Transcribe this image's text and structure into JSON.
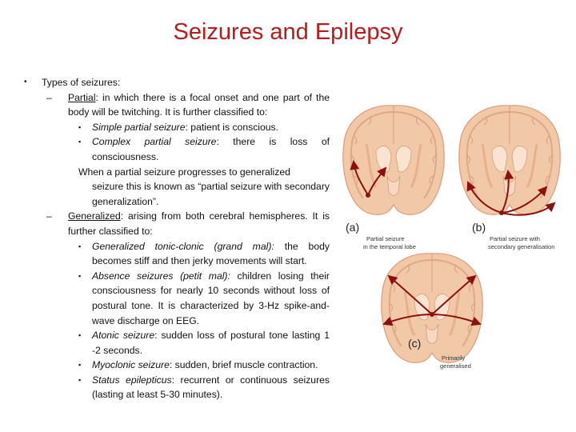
{
  "title": "Seizures and Epilepsy",
  "bullet": {
    "heading": "Types of seizures:",
    "partial": {
      "term": "Partial",
      "desc": ": in which there is a focal onset and one part of the body will be twitching. It is further classified to:",
      "items": [
        {
          "term": "Simple partial seizure",
          "desc": ": patient is conscious."
        },
        {
          "term": "Complex partial seizure",
          "desc": ": there is loss of consciousness."
        }
      ],
      "note_line1": "When a partial seizure progresses to generalized",
      "note_rest": "seizure this is known as “partial seizure with secondary generalization”."
    },
    "generalized": {
      "term": "Generalized",
      "desc": ": arising from both cerebral hemispheres. It is further classified to:",
      "items": [
        {
          "term": "Generalized tonic-clonic (grand mal):",
          "desc": " the body becomes stiff and then jerky movements will start."
        },
        {
          "term": "Absence seizures (petit mal):",
          "desc": " children losing their consciousness for nearly 10 seconds without loss of postural tone. It is characterized by 3-Hz spike-and-wave discharge on EEG."
        },
        {
          "term": "Atonic seizure",
          "desc": ": sudden loss of postural tone lasting 1 -2 seconds."
        },
        {
          "term": "Myoclonic seizure",
          "desc": ": sudden, brief muscle contraction."
        },
        {
          "term": "Status epilepticus",
          "desc": ": recurrent or continuous seizures (lasting at least 5-30 minutes)."
        }
      ]
    }
  },
  "figure": {
    "a_letter": "(a)",
    "a_caption_1": "Partial seizure",
    "a_caption_2": "in the temporal lobe",
    "b_letter": "(b)",
    "b_caption_1": "Partial seizure with",
    "b_caption_2": "secondary generalisation",
    "c_letter": "(c)",
    "c_caption_1": "Primarily",
    "c_caption_2": "generalised",
    "colors": {
      "brain": "#f2c9a8",
      "cortex": "#e7b08c",
      "arrow": "#8b1010",
      "ventricle": "#fbe3d2"
    }
  }
}
